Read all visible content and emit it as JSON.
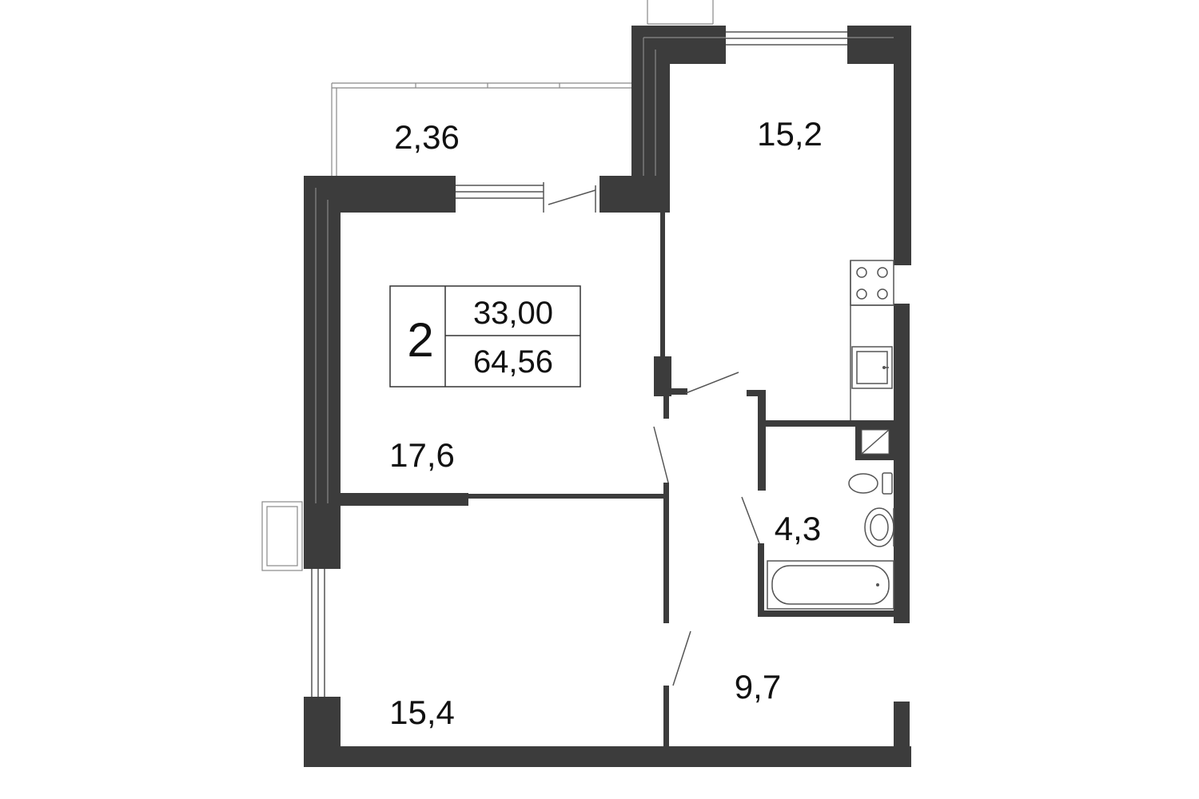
{
  "plan": {
    "rooms": 2,
    "living_area": "33,00",
    "total_area": "64,56",
    "room_areas": {
      "balcony": "2,36",
      "kitchen_living": "15,2",
      "bedroom_upper": "17,6",
      "bathroom": "4,3",
      "bedroom_lower": "15,4",
      "hallway": "9,7"
    }
  },
  "colors": {
    "wall": "#3c3c3c",
    "line": "#555555",
    "background": "#ffffff"
  }
}
